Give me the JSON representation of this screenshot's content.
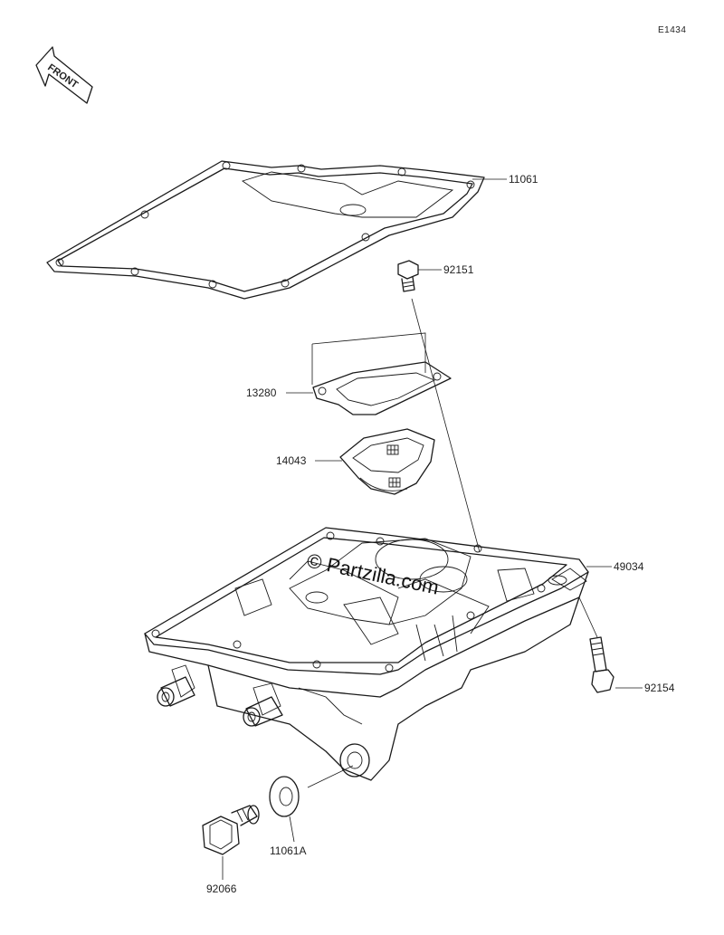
{
  "diagram_code": "E1434",
  "front_label": "FRONT",
  "watermark": "© Partzilla.com",
  "parts": [
    {
      "id": "p11061",
      "number": "11061"
    },
    {
      "id": "p92151",
      "number": "92151"
    },
    {
      "id": "p13280",
      "number": "13280"
    },
    {
      "id": "p14043",
      "number": "14043"
    },
    {
      "id": "p49034",
      "number": "49034"
    },
    {
      "id": "p92154",
      "number": "92154"
    },
    {
      "id": "p11061a",
      "number": "11061A"
    },
    {
      "id": "p92066",
      "number": "92066"
    }
  ]
}
